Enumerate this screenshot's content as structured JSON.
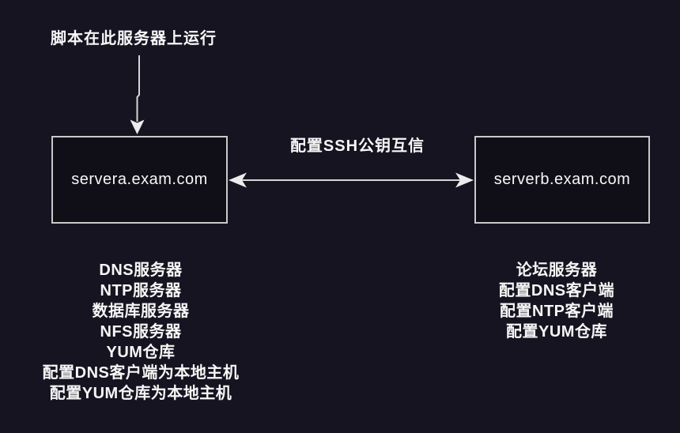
{
  "theme": {
    "background": "#161420",
    "box_border": "#c9c9c9",
    "arrow_color": "#d6d6d6",
    "text_color": "#f7f7f7"
  },
  "annotation": {
    "script_note": "脚本在此服务器上运行"
  },
  "connection": {
    "label": "配置SSH公钥互信"
  },
  "servers": {
    "servera": {
      "name": "servera.exam.com",
      "roles": [
        "DNS服务器",
        "NTP服务器",
        "数据库服务器",
        "NFS服务器",
        "YUM仓库",
        "配置DNS客户端为本地主机",
        "配置YUM仓库为本地主机"
      ]
    },
    "serverb": {
      "name": "serverb.exam.com",
      "roles": [
        "论坛服务器",
        "配置DNS客户端",
        "配置NTP客户端",
        "配置YUM仓库"
      ]
    }
  }
}
